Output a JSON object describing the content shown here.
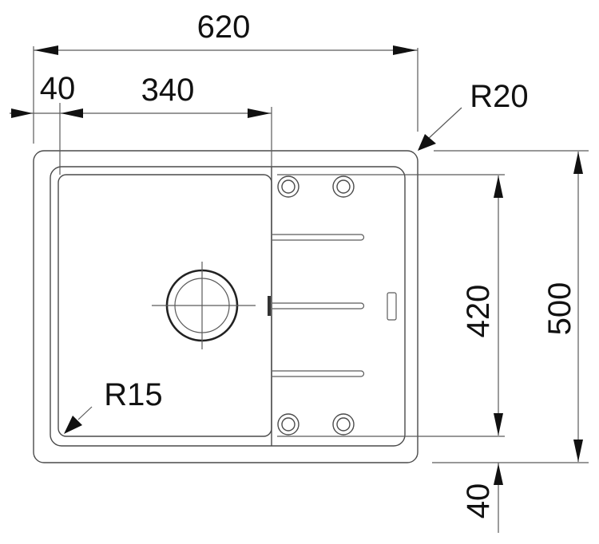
{
  "drawing": {
    "type": "technical-drawing",
    "subject": "kitchen sink with drainer, top view",
    "units": "mm",
    "colors": {
      "line": "#4a4a4a",
      "text": "#111111",
      "background": "#ffffff"
    }
  },
  "dimensions": {
    "overall_width": "620",
    "rim_offset_left": "40",
    "bowl_width": "340",
    "corner_radius_outer": "R20",
    "bowl_corner_radius": "R15",
    "bowl_depth": "420",
    "overall_depth": "500",
    "rim_offset_bottom": "40"
  },
  "features": {
    "drain": "round waste outlet with crosshair",
    "tap_holes": 4,
    "drainer_ribs": 3,
    "overflow": "rectangular overflow slot"
  }
}
